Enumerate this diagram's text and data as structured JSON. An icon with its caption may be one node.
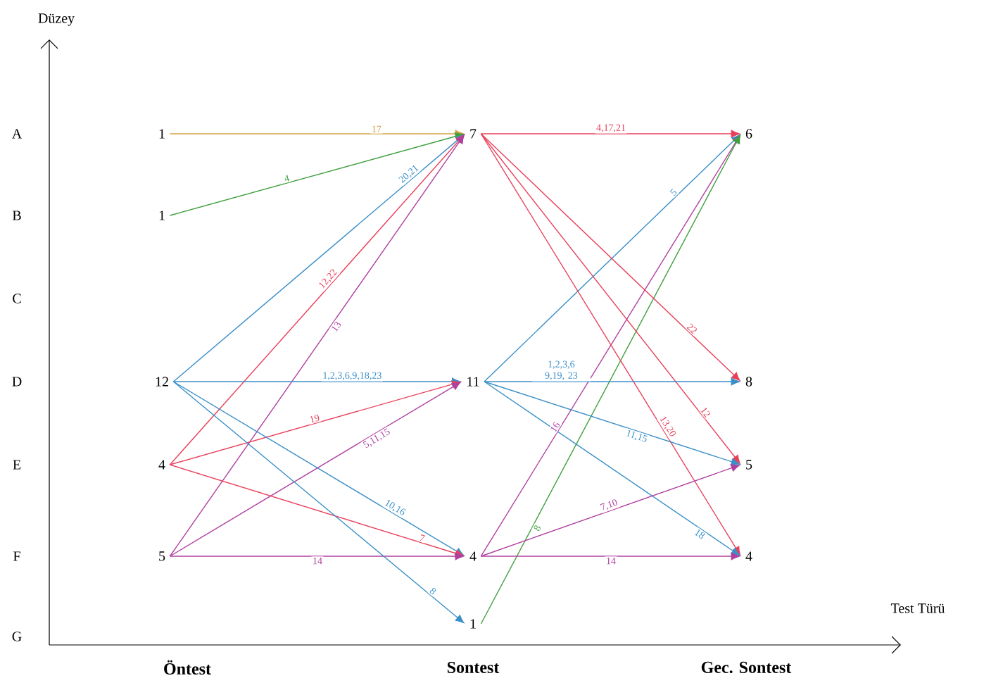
{
  "diagram": {
    "nodes": [
      {
        "text": [
          "1"
        ]
      },
      {
        "text": [
          "1"
        ]
      },
      {
        "text": [
          "12"
        ]
      },
      {
        "text": [
          "4"
        ]
      },
      {
        "text": [
          "5"
        ]
      },
      {
        "text": [
          "7"
        ]
      },
      {
        "text": [
          "11"
        ]
      },
      {
        "text": [
          "4"
        ]
      },
      {
        "text": [
          "1"
        ]
      },
      {
        "text": [
          "6"
        ]
      },
      {
        "text": [
          "8"
        ]
      },
      {
        "text": [
          "5"
        ]
      },
      {
        "text": [
          "4"
        ]
      }
    ],
    "edges": [
      {
        "from": 0,
        "to": 5,
        "arrow": "to",
        "label": "17",
        "color": "#d0a040"
      },
      {
        "from": 1,
        "to": 5,
        "arrow": "to",
        "label": "4",
        "color": "#40a040"
      },
      {
        "from": 2,
        "to": 5,
        "arrow": "to",
        "label": "20,21",
        "color": "#3a8fc8"
      },
      {
        "from": 3,
        "to": 5,
        "arrow": "to",
        "label": "12,22",
        "color": "#e8405a"
      },
      {
        "from": 4,
        "to": 5,
        "arrow": "to",
        "label": "13",
        "color": "#b040a0"
      },
      {
        "from": 2,
        "to": 6,
        "arrow": "to",
        "label": "1,2,3,6,9,18,23",
        "color": "#3a8fc8"
      },
      {
        "from": 3,
        "to": 6,
        "arrow": "to",
        "label": "19",
        "color": "#e8405a"
      },
      {
        "from": 4,
        "to": 6,
        "arrow": "to",
        "label": "5,11,15",
        "color": "#b040a0"
      },
      {
        "from": 2,
        "to": 7,
        "arrow": "to",
        "label": "10,16",
        "color": "#3a8fc8"
      },
      {
        "from": 3,
        "to": 7,
        "arrow": "to",
        "label": "7",
        "color": "#e8405a"
      },
      {
        "from": 4,
        "to": 7,
        "arrow": "to",
        "label": "14",
        "color": "#b040a0"
      },
      {
        "from": 2,
        "to": 8,
        "arrow": "to",
        "label": "8",
        "color": "#3a8fc8"
      },
      {
        "from": 5,
        "to": 9,
        "arrow": "to",
        "label": "4,17,21",
        "color": "#e8405a"
      },
      {
        "from": 6,
        "to": 9,
        "arrow": "to",
        "label": "5",
        "color": "#3a8fc8"
      },
      {
        "from": 7,
        "to": 9,
        "arrow": "to",
        "label": "16",
        "color": "#b040a0"
      },
      {
        "from": 8,
        "to": 9,
        "arrow": "to",
        "label": "8",
        "color": "#40a040"
      },
      {
        "from": 5,
        "to": 10,
        "arrow": "to",
        "label": "22",
        "color": "#e8405a"
      },
      {
        "from": 5,
        "to": 11,
        "arrow": "to",
        "label": "12",
        "color": "#e8405a"
      },
      {
        "from": 5,
        "to": 12,
        "arrow": "to",
        "label": "13,20",
        "color": "#e8405a"
      },
      {
        "from": 6,
        "to": 10,
        "arrow": "to",
        "label": "1,2,3,6 9,19, 23",
        "color": "#3a8fc8"
      },
      {
        "from": 6,
        "to": 11,
        "arrow": "to",
        "label": "11,15",
        "color": "#3a8fc8"
      },
      {
        "from": 6,
        "to": 12,
        "arrow": "to",
        "label": "18",
        "color": "#3a8fc8"
      },
      {
        "from": 7,
        "to": 11,
        "arrow": "to",
        "label": "7,10",
        "color": "#b040a0"
      },
      {
        "from": 7,
        "to": 12,
        "arrow": "to",
        "label": "14",
        "color": "#b040a0"
      }
    ],
    "labels": [
      "Düzey",
      "A",
      "B",
      "C",
      "D",
      "E",
      "F",
      "G",
      "Test Türü",
      "Öntest",
      "Sontest",
      "Gec. Sontest"
    ]
  }
}
